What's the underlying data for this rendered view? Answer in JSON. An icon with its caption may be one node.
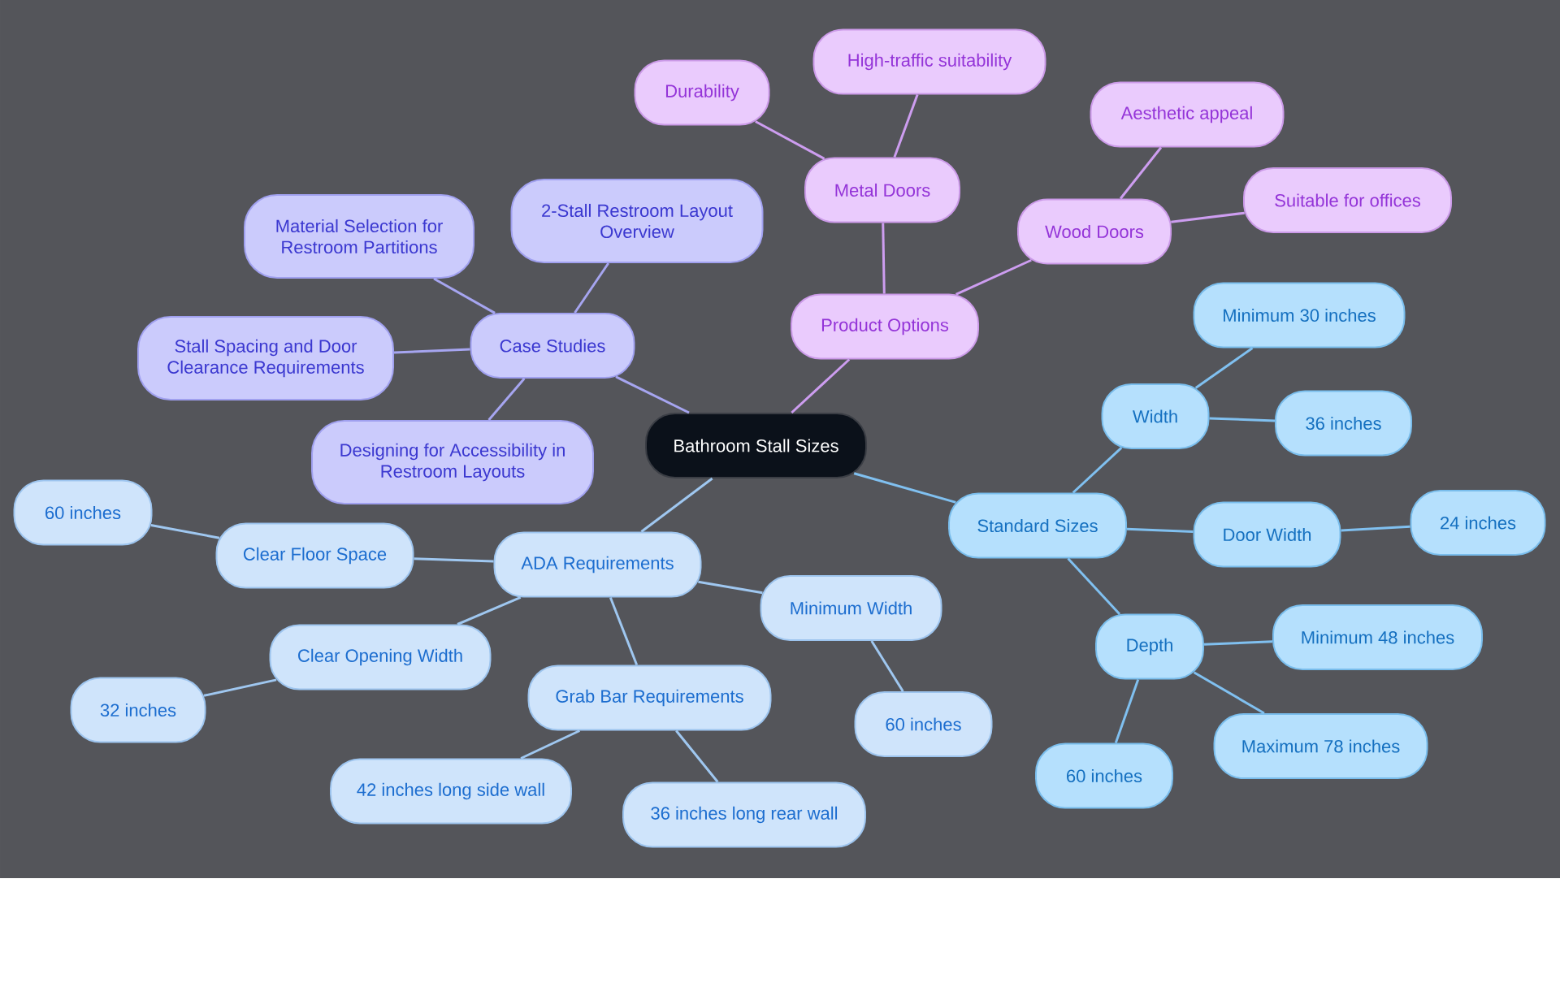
{
  "diagram": {
    "nodes": [
      {
        "text": [
          "Bathroom Stall Sizes"
        ]
      },
      {
        "text": [
          "Case Studies"
        ]
      },
      {
        "text": [
          "Material Selection for Restroom Partitions"
        ]
      },
      {
        "text": [
          "2-Stall Restroom Layout Overview"
        ]
      },
      {
        "text": [
          "Stall Spacing and Door Clearance Requirements"
        ]
      },
      {
        "text": [
          "Designing for Accessibility in Restroom Layouts"
        ]
      },
      {
        "text": [
          "Product Options"
        ]
      },
      {
        "text": [
          "Metal Doors"
        ]
      },
      {
        "text": [
          "Durability"
        ]
      },
      {
        "text": [
          "High-traffic suitability"
        ]
      },
      {
        "text": [
          "Wood Doors"
        ]
      },
      {
        "text": [
          "Aesthetic appeal"
        ]
      },
      {
        "text": [
          "Suitable for offices"
        ]
      },
      {
        "text": [
          "Standard Sizes"
        ]
      },
      {
        "text": [
          "Width"
        ]
      },
      {
        "text": [
          "Minimum 30 inches"
        ]
      },
      {
        "text": [
          "36 inches"
        ]
      },
      {
        "text": [
          "Door Width"
        ]
      },
      {
        "text": [
          "24 inches"
        ]
      },
      {
        "text": [
          "Depth"
        ]
      },
      {
        "text": [
          "Minimum 48 inches"
        ]
      },
      {
        "text": [
          "Maximum 78 inches"
        ]
      },
      {
        "text": [
          "60 inches"
        ]
      },
      {
        "text": [
          "ADA Requirements"
        ]
      },
      {
        "text": [
          "Clear Floor Space"
        ]
      },
      {
        "text": [
          "60 inches"
        ]
      },
      {
        "text": [
          "Clear Opening Width"
        ]
      },
      {
        "text": [
          "32 inches"
        ]
      },
      {
        "text": [
          "Grab Bar Requirements"
        ]
      },
      {
        "text": [
          "42 inches long side wall"
        ]
      },
      {
        "text": [
          "36 inches long rear wall"
        ]
      },
      {
        "text": [
          "Minimum Width"
        ]
      },
      {
        "text": [
          "60 inches"
        ]
      }
    ],
    "edges": [
      {
        "from": 0,
        "to": 1,
        "arrow": "none",
        "color": "#a6a5f0"
      },
      {
        "from": 1,
        "to": 2,
        "arrow": "none",
        "color": "#a6a5f0"
      },
      {
        "from": 1,
        "to": 3,
        "arrow": "none",
        "color": "#a6a5f0"
      },
      {
        "from": 1,
        "to": 4,
        "arrow": "none",
        "color": "#a6a5f0"
      },
      {
        "from": 1,
        "to": 5,
        "arrow": "none",
        "color": "#a6a5f0"
      },
      {
        "from": 0,
        "to": 6,
        "arrow": "none",
        "color": "#cd9df0"
      },
      {
        "from": 6,
        "to": 7,
        "arrow": "none",
        "color": "#cd9df0"
      },
      {
        "from": 7,
        "to": 8,
        "arrow": "none",
        "color": "#cd9df0"
      },
      {
        "from": 7,
        "to": 9,
        "arrow": "none",
        "color": "#cd9df0"
      },
      {
        "from": 6,
        "to": 10,
        "arrow": "none",
        "color": "#cd9df0"
      },
      {
        "from": 10,
        "to": 11,
        "arrow": "none",
        "color": "#cd9df0"
      },
      {
        "from": 10,
        "to": 12,
        "arrow": "none",
        "color": "#cd9df0"
      },
      {
        "from": 0,
        "to": 13,
        "arrow": "none",
        "color": "#80c0f0"
      },
      {
        "from": 13,
        "to": 14,
        "arrow": "none",
        "color": "#80c0f0"
      },
      {
        "from": 14,
        "to": 15,
        "arrow": "none",
        "color": "#80c0f0"
      },
      {
        "from": 14,
        "to": 16,
        "arrow": "none",
        "color": "#80c0f0"
      },
      {
        "from": 13,
        "to": 17,
        "arrow": "none",
        "color": "#80c0f0"
      },
      {
        "from": 17,
        "to": 18,
        "arrow": "none",
        "color": "#80c0f0"
      },
      {
        "from": 13,
        "to": 19,
        "arrow": "none",
        "color": "#80c0f0"
      },
      {
        "from": 19,
        "to": 20,
        "arrow": "none",
        "color": "#80c0f0"
      },
      {
        "from": 19,
        "to": 21,
        "arrow": "none",
        "color": "#80c0f0"
      },
      {
        "from": 19,
        "to": 22,
        "arrow": "none",
        "color": "#80c0f0"
      },
      {
        "from": 0,
        "to": 23,
        "arrow": "none",
        "color": "#9fc7f0"
      },
      {
        "from": 23,
        "to": 24,
        "arrow": "none",
        "color": "#9fc7f0"
      },
      {
        "from": 24,
        "to": 25,
        "arrow": "none",
        "color": "#9fc7f0"
      },
      {
        "from": 23,
        "to": 26,
        "arrow": "none",
        "color": "#9fc7f0"
      },
      {
        "from": 26,
        "to": 27,
        "arrow": "none",
        "color": "#9fc7f0"
      },
      {
        "from": 23,
        "to": 28,
        "arrow": "none",
        "color": "#9fc7f0"
      },
      {
        "from": 28,
        "to": 29,
        "arrow": "none",
        "color": "#9fc7f0"
      },
      {
        "from": 28,
        "to": 30,
        "arrow": "none",
        "color": "#9fc7f0"
      },
      {
        "from": 23,
        "to": 31,
        "arrow": "none",
        "color": "#9fc7f0"
      },
      {
        "from": 31,
        "to": 32,
        "arrow": "none",
        "color": "#9fc7f0"
      }
    ]
  }
}
